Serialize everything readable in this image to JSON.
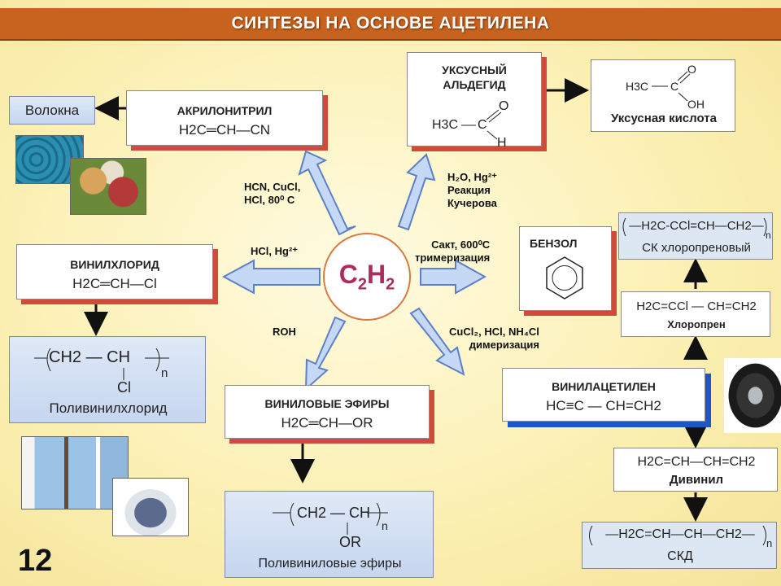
{
  "title": "СИНТЕЗЫ НА ОСНОВЕ АЦЕТИЛЕНА",
  "page_number": "12",
  "center": {
    "c": "C",
    "s1": "2",
    "h": "H",
    "s2": "2"
  },
  "acrylonitrile": {
    "name": "АКРИЛОНИТРИЛ",
    "formula": "H2C═CH—CN"
  },
  "fibers": "Волокна",
  "acetaldehyde": {
    "name_line1": "УКСУСНЫЙ",
    "name_line2": "АЛЬДЕГИД",
    "h3c": "H3C",
    "c": "C",
    "o": "O",
    "h": "H"
  },
  "acetic_acid": {
    "h3c": "H3C",
    "c": "C",
    "o": "O",
    "oh": "OH",
    "name": "Уксусная кислота"
  },
  "vinyl_chloride": {
    "name": "ВИНИЛХЛОРИД",
    "formula": "H2C═CH—Cl"
  },
  "pvc": {
    "chain": "CH2 — CH",
    "sub": "Cl",
    "n": "n",
    "name": "Поливинилхлорид"
  },
  "vinyl_ethers": {
    "name": "ВИНИЛОВЫЕ ЭФИРЫ",
    "formula": "H2C═CH—OR"
  },
  "polyvinyl_ethers": {
    "chain": "CH2 — CH",
    "sub": "OR",
    "n": "n",
    "name": "Поливиниловые эфиры"
  },
  "benzene": {
    "name": "БЕНЗОЛ"
  },
  "sk_chloroprene": {
    "formula": "—H2C-CCl=CH—CH2—",
    "n": "n",
    "name": "СК хлоропреновый"
  },
  "chloroprene": {
    "formula": "H2C=CCl — CH=CH2",
    "name": "Хлоропрен"
  },
  "vinylacetylene": {
    "name": "ВИНИЛАЦЕТИЛЕН",
    "formula": "HC≡C — CH=CH2"
  },
  "divinyl": {
    "formula": "H2C=CH—CH=CH2",
    "name": "Дивинил"
  },
  "skd": {
    "formula": "—H2C=CH—CH—CH2—",
    "n": "n",
    "name": "СКД"
  },
  "conditions": {
    "hcn_line1": "HCN, CuCl,",
    "hcn_line2": "HCl, 80⁰ C",
    "water_line1": "H₂O, Hg²⁺",
    "water_line2": "Реакция",
    "water_line3": "Кучерова",
    "hcl": "HCl, Hg²⁺",
    "trimer_line1": "Cакт, 600⁰C",
    "trimer_line2": "тримеризация",
    "roh": "ROH",
    "dimer_line1": "CuCl₂, HCl, NH₄Cl",
    "dimer_line2": "димеризация"
  },
  "colors": {
    "title_bar": "#c8631f",
    "background": "#fdf2b8",
    "arrow_fill": "#c5d8f5",
    "arrow_stroke": "#5d80c8",
    "accent_red": "#d14a3a",
    "accent_blue": "#1f56c6",
    "center_text": "#b02a5e"
  }
}
